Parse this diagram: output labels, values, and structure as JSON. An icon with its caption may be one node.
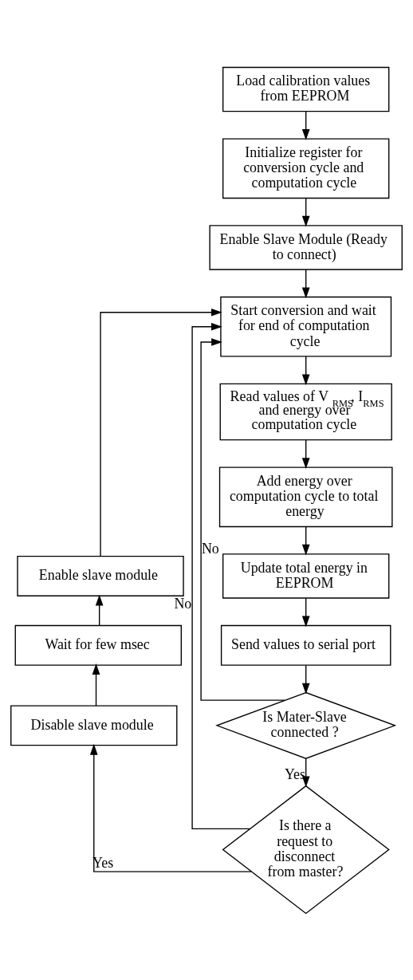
{
  "diagram": {
    "nodes": [
      {
        "text": [
          "Load calibration values from EEPROM"
        ]
      },
      {
        "text": [
          "Initialize register for conversion cycle and computation cycle"
        ]
      },
      {
        "text": [
          "Enable Slave Module (Ready to connect)"
        ]
      },
      {
        "text": [
          "Start conversion and wait for end of computation cycle"
        ]
      },
      {
        "text": [
          "Read values of V$_{RMS}$, I$_{RMS}$ and energy over computation cycle"
        ]
      },
      {
        "text": [
          "Add energy over computation cycle to total energy"
        ]
      },
      {
        "text": [
          "Update total energy in EEPROM"
        ]
      },
      {
        "text": [
          "Send values to serial port"
        ]
      },
      {
        "text": [
          "Is Mater-Slave connected ?"
        ]
      },
      {
        "text": [
          "Is there a request to disconnect from master?"
        ]
      },
      {
        "text": [
          "Enable slave module"
        ]
      },
      {
        "text": [
          "Wait for few msec"
        ]
      },
      {
        "text": [
          "Disable slave module"
        ]
      }
    ],
    "edges": [
      {
        "from": 0,
        "to": 1,
        "arrow": "to"
      },
      {
        "from": 1,
        "to": 2,
        "arrow": "to"
      },
      {
        "from": 2,
        "to": 3,
        "arrow": "to"
      },
      {
        "from": 3,
        "to": 4,
        "arrow": "to"
      },
      {
        "from": 4,
        "to": 5,
        "arrow": "to"
      },
      {
        "from": 5,
        "to": 6,
        "arrow": "to"
      },
      {
        "from": 6,
        "to": 7,
        "arrow": "to"
      },
      {
        "from": 7,
        "to": 8,
        "arrow": "to"
      },
      {
        "from": 8,
        "to": 9,
        "arrow": "to",
        "label": "Yes"
      },
      {
        "from": 8,
        "to": 3,
        "arrow": "to",
        "label": "No"
      },
      {
        "from": 9,
        "to": 3,
        "arrow": "to",
        "label": "No"
      },
      {
        "from": 9,
        "to": 12,
        "arrow": "to",
        "label": "Yes"
      },
      {
        "from": 12,
        "to": 11,
        "arrow": "to"
      },
      {
        "from": 11,
        "to": 10,
        "arrow": "to"
      },
      {
        "from": 10,
        "to": 3,
        "arrow": "to"
      }
    ]
  }
}
